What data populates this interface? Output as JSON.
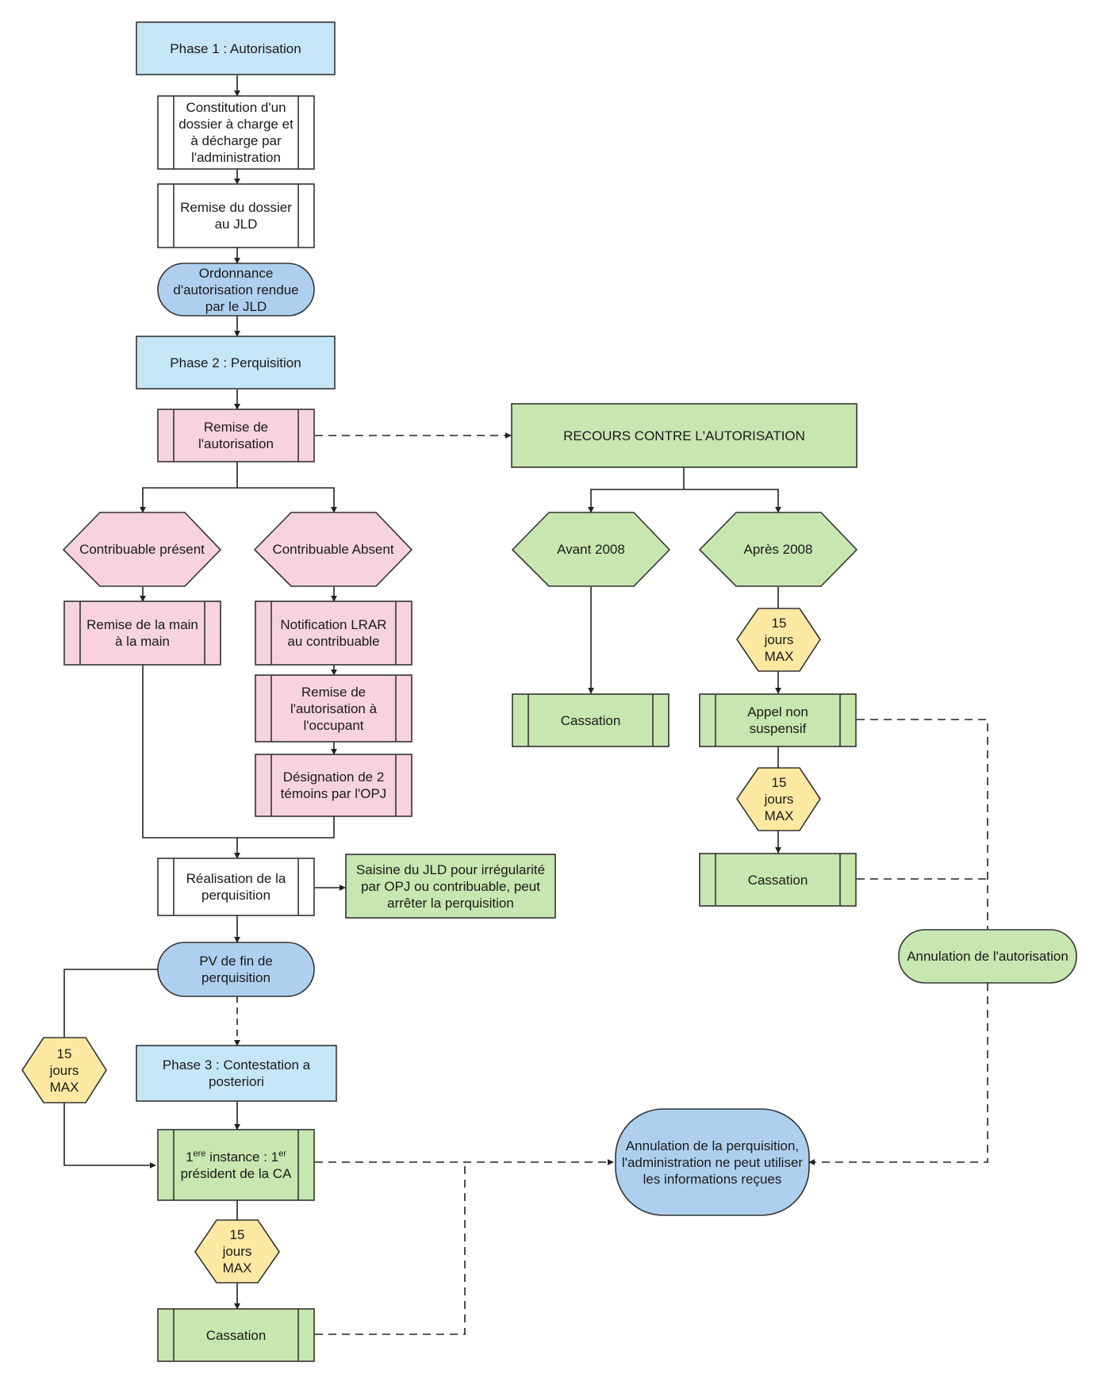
{
  "colors": {
    "blue_light": "#c5e6f7",
    "blue_mid": "#aed0ee",
    "green": "#c8e6b0",
    "pink": "#f7d3df",
    "yellow": "#fde9a2",
    "white": "#ffffff",
    "stroke": "#333333"
  },
  "nodes": {
    "phase1": "Phase 1 : Autorisation",
    "constitution": "Constitution d'un dossier à charge et à décharge par l'administration",
    "remise_dossier": "Remise du dossier au JLD",
    "ordonnance": "Ordonnance d'autorisation rendue par le JLD",
    "phase2": "Phase 2 : Perquisition",
    "remise_autorisation": "Remise de l'autorisation",
    "contribuable_present": "Contribuable présent",
    "contribuable_absent": "Contribuable Absent",
    "remise_main": "Remise de la main à la main",
    "notification": "Notification LRAR au contribuable",
    "remise_occupant": "Remise de l'autorisation à l'occupant",
    "designation": "Désignation de 2 témoins par l'OPJ",
    "realisation": "Réalisation de la perquisition",
    "saisine": "Saisine du JLD pour irrégularité par OPJ ou contribuable, peut arrêter la perquisition",
    "pv_fin": "PV de fin de perquisition",
    "delay_left": "15 jours MAX",
    "phase3": "Phase 3 : Contestation a posteriori",
    "instance_pre": "1",
    "instance_sup1": "ere",
    "instance_mid": " instance : 1",
    "instance_sup2": "er",
    "instance_post": " président de la CA",
    "delay_bottom": "15 jours MAX",
    "cassation_bottom": "Cassation",
    "recours": "RECOURS CONTRE L'AUTORISATION",
    "avant_2008": "Avant 2008",
    "apres_2008": "Après 2008",
    "delay_right_1": "15 jours MAX",
    "cassation_avant": "Cassation",
    "appel": "Appel non suspensif",
    "delay_right_2": "15 jours MAX",
    "cassation_apres": "Cassation",
    "annulation_autorisation": "Annulation de l'autorisation",
    "annulation_perquisition": "Annulation de la perquisition, l'administration ne peut utiliser les informations reçues"
  }
}
